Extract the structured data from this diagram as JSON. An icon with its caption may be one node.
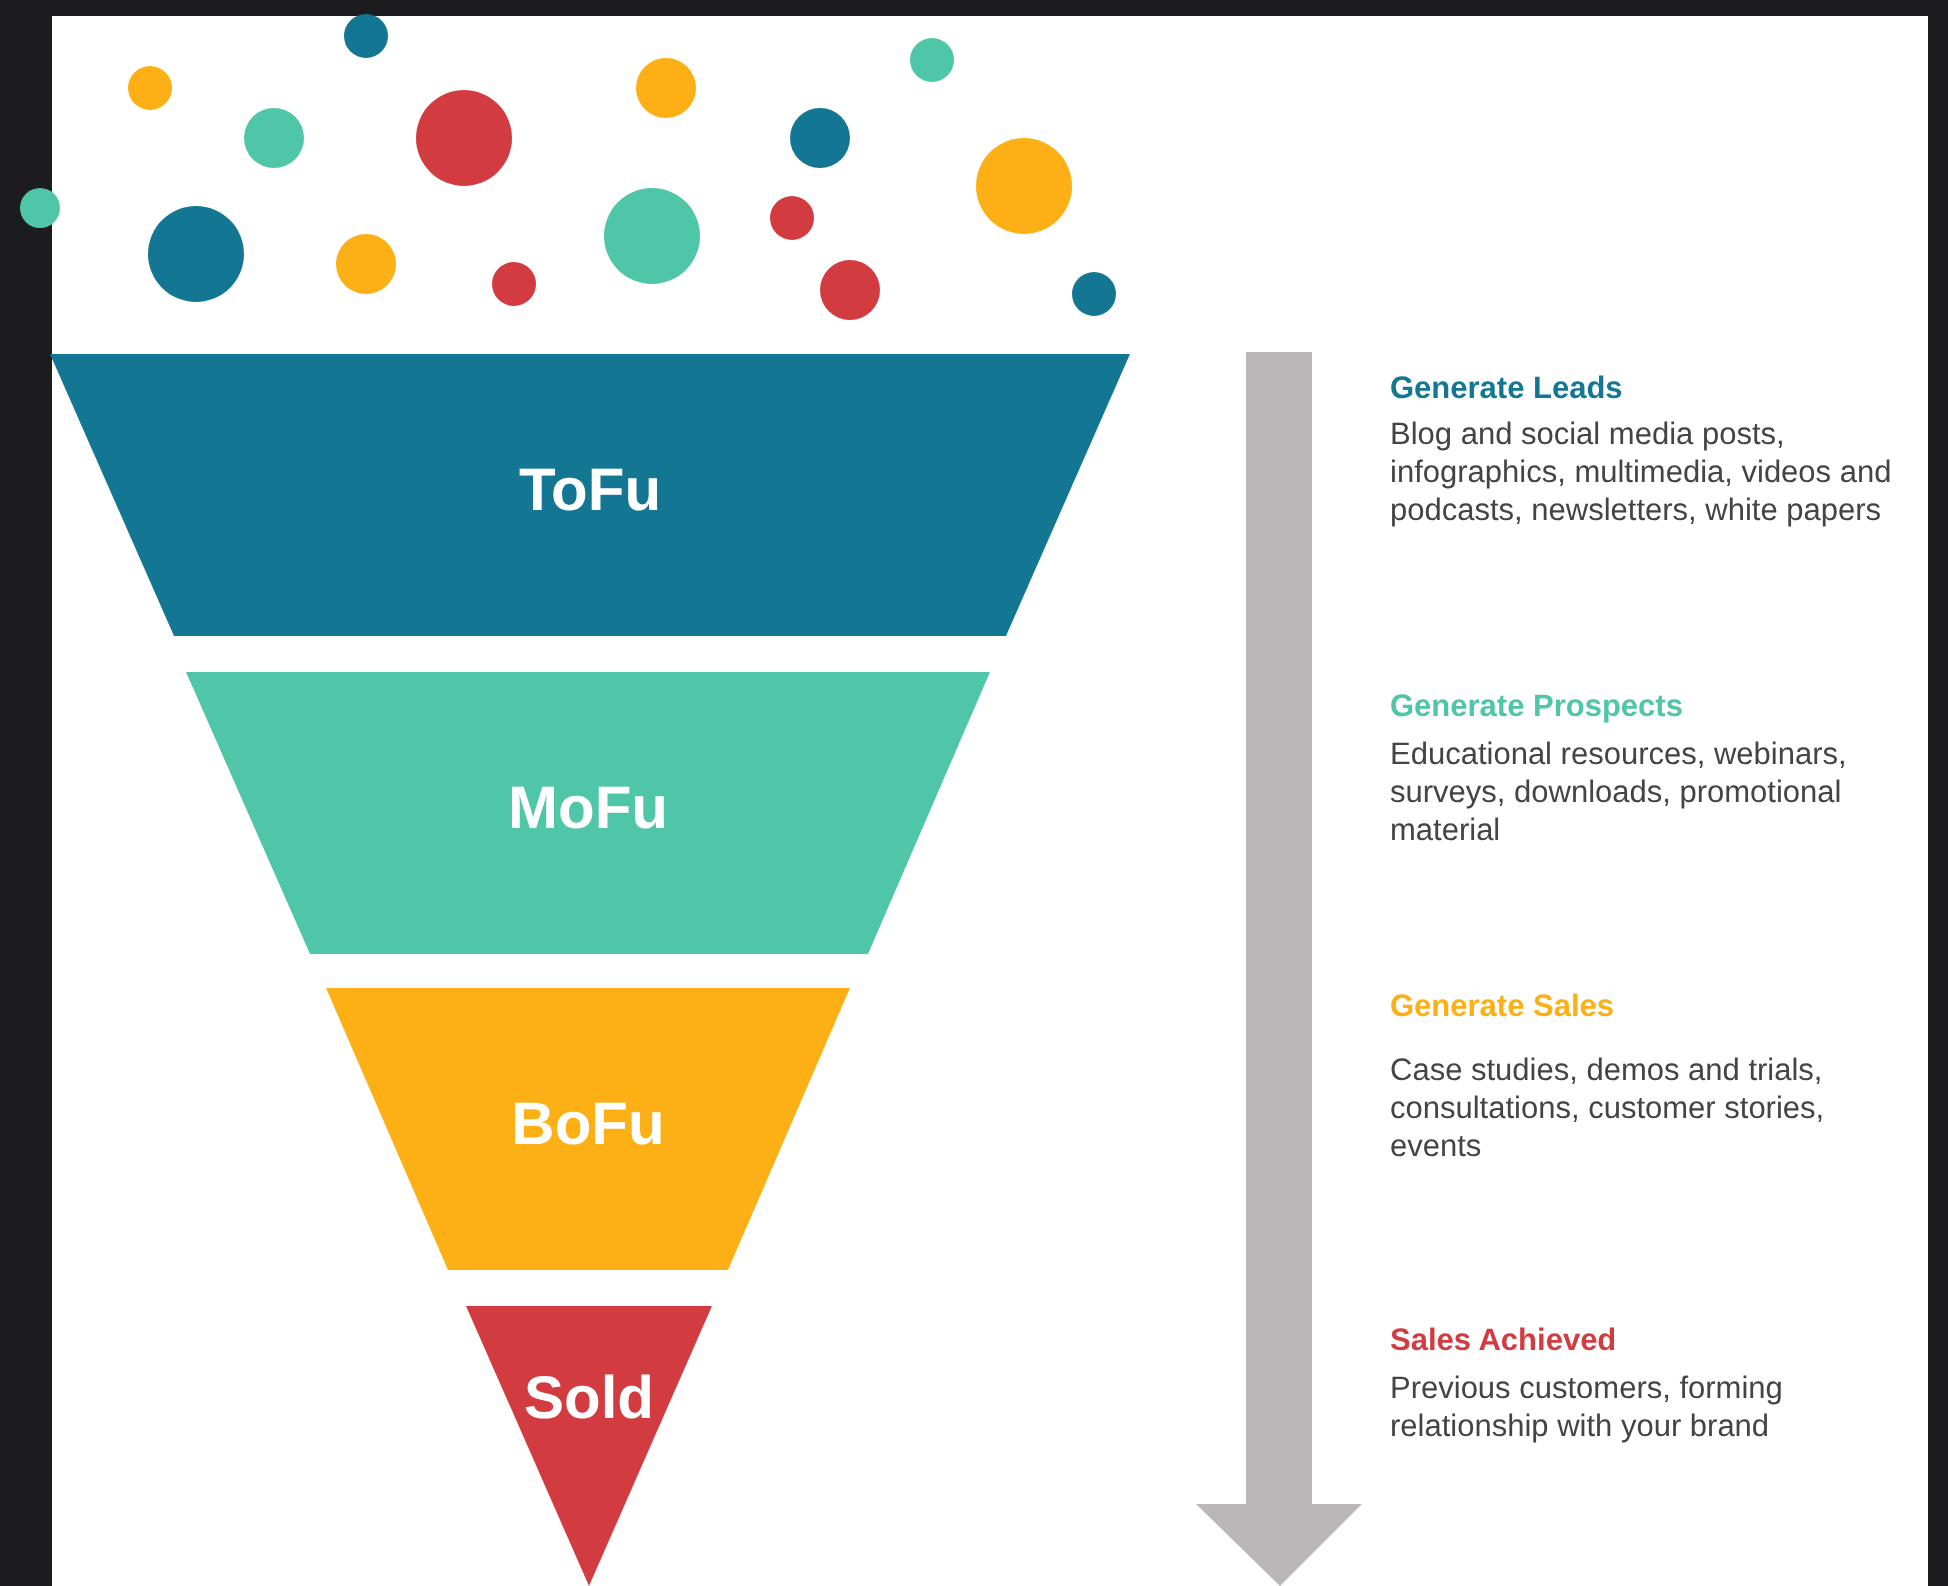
{
  "diagram": {
    "nodes": [
      {
        "text": [
          "ToFu"
        ]
      },
      {
        "text": [
          "MoFu"
        ]
      },
      {
        "text": [
          "BoFu"
        ]
      },
      {
        "text": [
          "Sold"
        ]
      }
    ],
    "labels": [
      "Generate Leads",
      "Blog and social media posts, infographics, multimedia, videos and podcasts, newsletters, white papers",
      "Generate Prospects",
      "Educational resources, webinars, surveys, downloads, promotional material",
      "Generate Sales",
      "Case studies, demos and trials, consultations, customer stories, events",
      "Sales Achieved",
      "Previous customers, forming relationship with your brand"
    ]
  }
}
